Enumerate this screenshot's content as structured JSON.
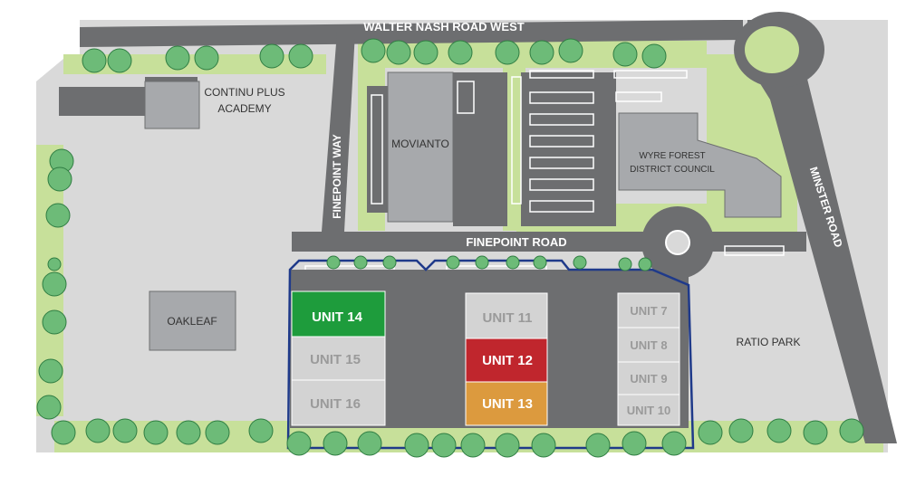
{
  "roads": {
    "walter_nash": "WALTER NASH ROAD WEST",
    "finepoint_road": "FINEPOINT ROAD",
    "finepoint_way": "FINEPOINT WAY",
    "minster": "MINSTER ROAD"
  },
  "buildings": {
    "continu_line1": "CONTINU PLUS",
    "continu_line2": "ACADEMY",
    "movianto": "MOVIANTO",
    "wyre_line1": "WYRE FOREST",
    "wyre_line2": "DISTRICT COUNCIL",
    "oakleaf": "OAKLEAF",
    "ratio_park": "RATIO PARK"
  },
  "units": {
    "u7": "UNIT 7",
    "u8": "UNIT 8",
    "u9": "UNIT 9",
    "u10": "UNIT 10",
    "u11": "UNIT 11",
    "u12": "UNIT 12",
    "u13": "UNIT 13",
    "u14": "UNIT 14",
    "u15": "UNIT 15",
    "u16": "UNIT 16"
  },
  "colors": {
    "ground": "#d9d9d9",
    "road": "#6d6e70",
    "grass": "#c7e09a",
    "tree": "#6dbb78",
    "tree_stroke": "#2f7d42",
    "building": "#a7a9ac",
    "unit_grey": "#d3d3d3",
    "unit_green": "#1e9c3c",
    "unit_red": "#c0262d",
    "unit_orange": "#dc9a3e",
    "boundary": "#1f3a8a"
  }
}
